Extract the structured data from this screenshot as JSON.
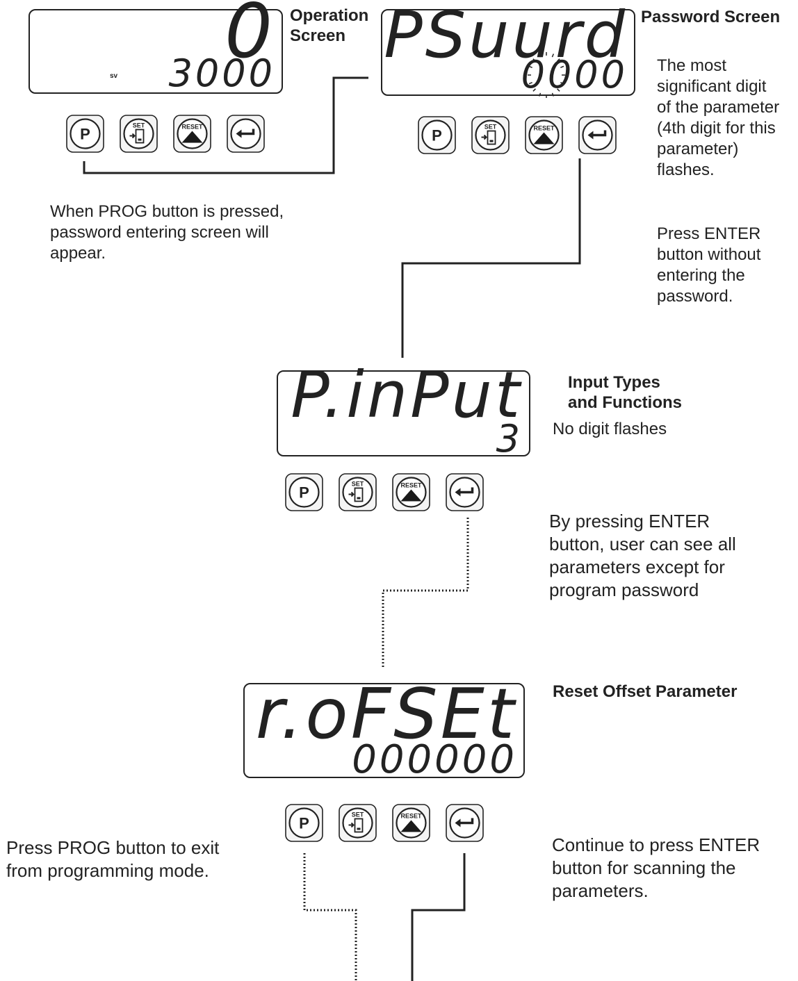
{
  "colors": {
    "ink": "#222222",
    "panel_fill": "#ffffff",
    "button_fill": "#f4f4f4",
    "triangle": "#1a1a1a"
  },
  "button_labels": {
    "prog": "P",
    "set": "SET",
    "reset": "RESET"
  },
  "icon_names": {
    "prog": "p-icon",
    "set": "set-door-icon",
    "reset": "reset-up-triangle-icon",
    "enter": "enter-arrow-icon"
  },
  "screens": {
    "operation": {
      "title_lines": [
        "Operation",
        "Screen"
      ],
      "top_value": "0",
      "sv_label": "sv",
      "bottom_value": "3000"
    },
    "password": {
      "title": "Password Screen",
      "top_value": "PSuurd",
      "bottom_value": "0000",
      "note_lines": [
        "The most",
        "significant digit",
        "of the parameter",
        "(4th digit for this",
        "parameter)",
        "flashes."
      ]
    },
    "input": {
      "title_lines": [
        "Input Types",
        "and Functions"
      ],
      "note": "No digit flashes",
      "top_value": "P.inPut",
      "bottom_value": "3"
    },
    "reset_offset": {
      "title": "Reset Offset Parameter",
      "top_value": "r.oFSEt",
      "bottom_value": "000000"
    }
  },
  "notes": {
    "prog_pressed": [
      "When PROG button is pressed,",
      "password entering screen will",
      "appear."
    ],
    "press_enter": [
      "Press ENTER",
      "button without",
      "entering the",
      "password."
    ],
    "by_pressing": [
      "By pressing ENTER",
      "button, user can see all",
      "parameters except for",
      "program password"
    ],
    "exit": [
      "Press PROG button to exit",
      "from programming mode."
    ],
    "continue": [
      "Continue to press ENTER",
      "button for scanning the",
      "parameters."
    ]
  }
}
